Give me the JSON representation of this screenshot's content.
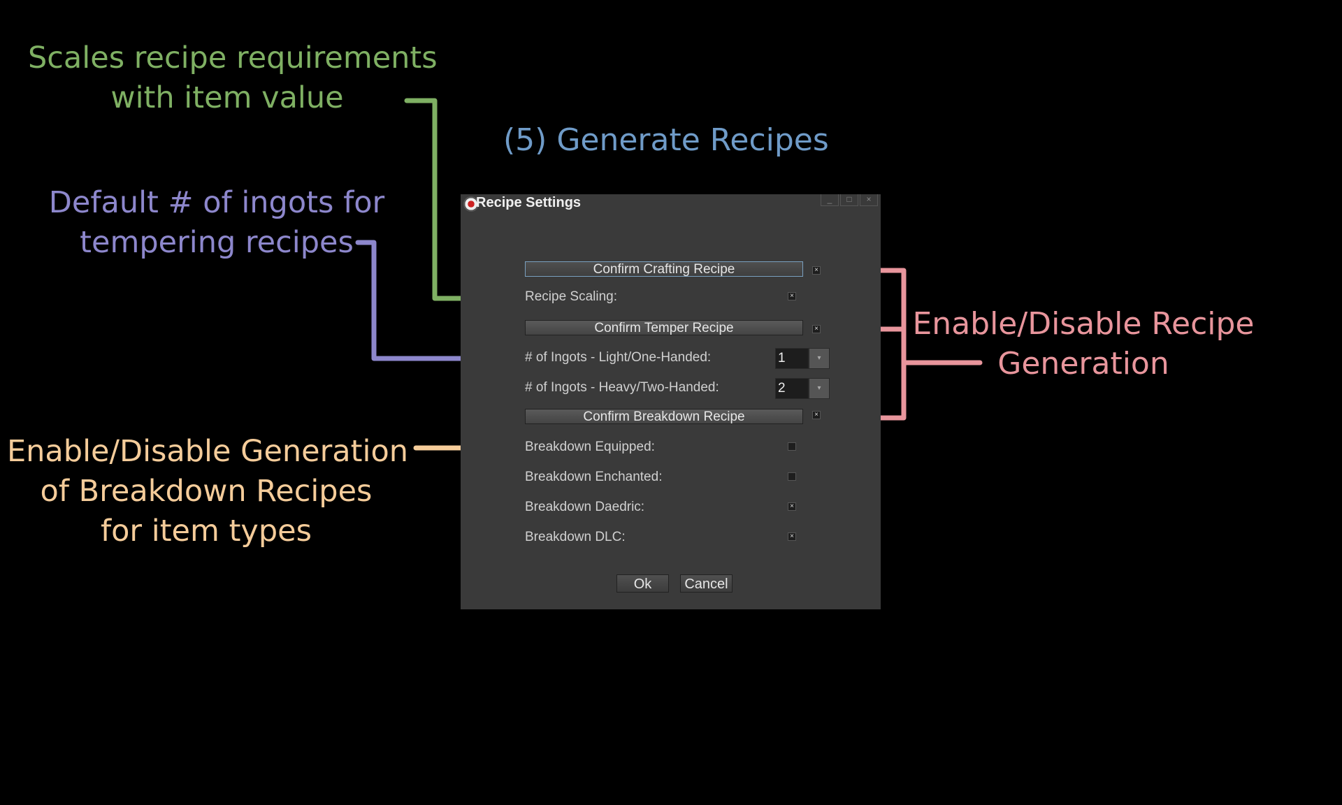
{
  "annotations": {
    "green": [
      "Scales recipe requirements",
      "with item value"
    ],
    "blue": "(5) Generate Recipes",
    "purple": [
      "Default # of ingots for",
      "tempering recipes"
    ],
    "pink": [
      "Enable/Disable Recipe",
      "Generation"
    ],
    "orange": [
      "Enable/Disable Generation",
      "of Breakdown Recipes",
      "for item types"
    ]
  },
  "colors": {
    "green": "#7fb063",
    "blue": "#6f9bc8",
    "purple": "#8d87cc",
    "pink": "#e8959c",
    "orange": "#f5cc9a"
  },
  "window": {
    "title": "Recipe Settings",
    "controls": [
      "_",
      "□",
      "×"
    ],
    "confirm_crafting": "Confirm Crafting Recipe",
    "recipe_scaling_label": "Recipe Scaling:",
    "confirm_temper": "Confirm Temper Recipe",
    "ingots_light_label": "# of Ingots - Light/One-Handed:",
    "ingots_light_value": "1",
    "ingots_heavy_label": "# of Ingots - Heavy/Two-Handed:",
    "ingots_heavy_value": "2",
    "confirm_breakdown": "Confirm Breakdown Recipe",
    "breakdown_equipped_label": "Breakdown Equipped:",
    "breakdown_enchanted_label": "Breakdown Enchanted:",
    "breakdown_daedric_label": "Breakdown Daedric:",
    "breakdown_dlc_label": "Breakdown DLC:",
    "ok_label": "Ok",
    "cancel_label": "Cancel",
    "checked_mark": "×",
    "spin_arrow": "▾"
  }
}
